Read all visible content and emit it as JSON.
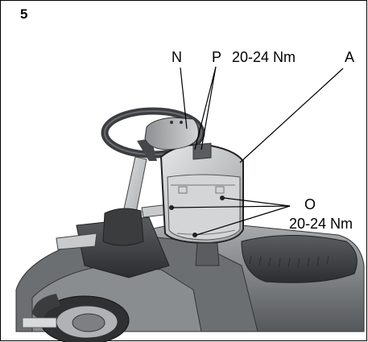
{
  "figure": {
    "number": "5"
  },
  "callouts": {
    "N": "N",
    "P": "P",
    "P_torque": "20-24 Nm",
    "A": "A",
    "O": "O",
    "O_torque": "20-24 Nm"
  },
  "colors": {
    "line": "#000000",
    "body_dark": "#4a4d50",
    "body_mid": "#7a7d80",
    "body_light": "#b9bcbe",
    "panel": "#d9dbdc"
  }
}
